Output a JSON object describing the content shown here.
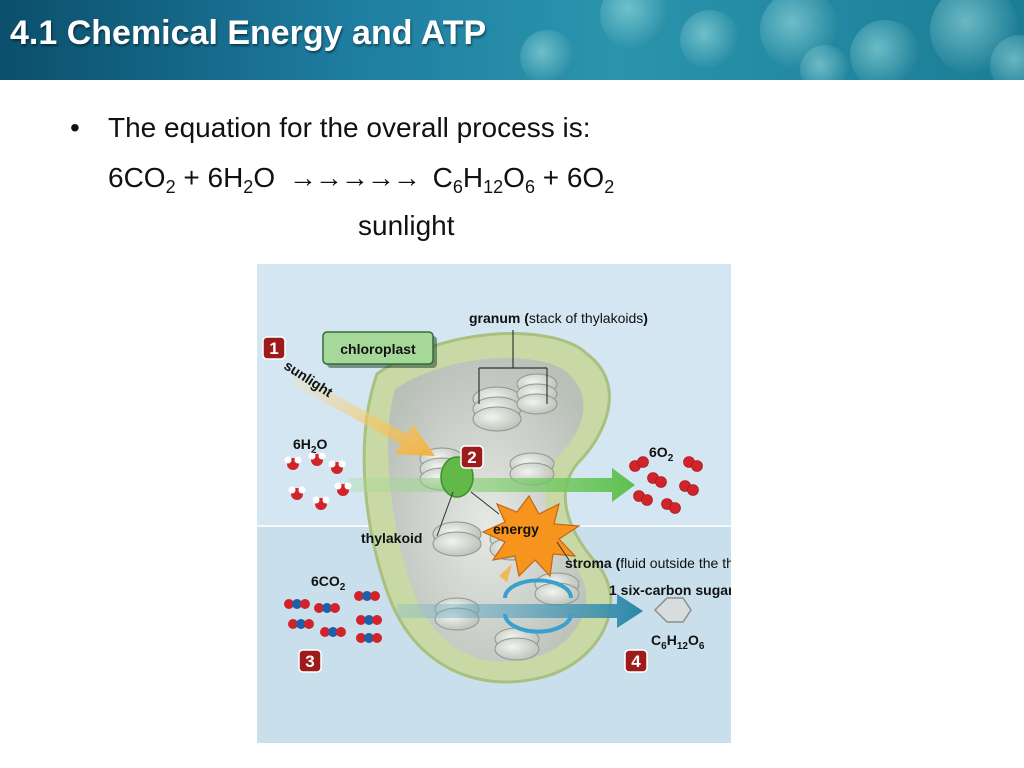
{
  "slide": {
    "title": "4.1 Chemical Energy and ATP"
  },
  "bullet": {
    "marker": "•",
    "text": "The equation for the overall process is:"
  },
  "equation": {
    "lhs_1_coef": "6CO",
    "lhs_1_sub": "2",
    "plus_1": " + 6H",
    "lhs_2_sub": "2",
    "lhs_2_tail": "O ",
    "arrows": "→→→→→",
    "rhs_c": " C",
    "rhs_c_sub": "6",
    "rhs_h": "H",
    "rhs_h_sub": "12",
    "rhs_o": "O",
    "rhs_o_sub": "6",
    "plus_2": " + 6O",
    "rhs_o2_sub": "2",
    "condition": "sunlight"
  },
  "diagram": {
    "chloroplast_label": "chloroplast",
    "granum_bold": "granum (",
    "granum_desc": "stack of thylakoids",
    "granum_close": ")",
    "sunlight": "sunlight",
    "water_main": "6H",
    "water_sub": "2",
    "water_tail": "O",
    "oxygen_main": "6O",
    "oxygen_sub": "2",
    "thylakoid": "thylakoid",
    "energy": "energy",
    "stroma_bold": "stroma (",
    "stroma_desc": "fluid outside the thylakoids",
    "stroma_close": ")",
    "co2_main": "6CO",
    "co2_sub": "2",
    "sugar_label": "1 six-carbon sugar",
    "glucose_c": "C",
    "glucose_c_sub": "6",
    "glucose_h": "H",
    "glucose_h_sub": "12",
    "glucose_o": "O",
    "glucose_o_sub": "6",
    "steps": [
      "1",
      "2",
      "3",
      "4"
    ]
  },
  "colors": {
    "banner": "#1f7ea1",
    "figure_bg": "#cfe3ef",
    "chloroplast_outer": "#cfdfae",
    "stroma": "#c9cec8",
    "green_arrow": "#5cc04c",
    "blue_arrow": "#2a86a8",
    "sunlight_arrow": "#f2b13a",
    "energy_star": "#f7941d",
    "step_badge": "#9e1b1b",
    "oxygen_atom": "#d2232a",
    "carbon_atom": "#1f5fa8"
  }
}
